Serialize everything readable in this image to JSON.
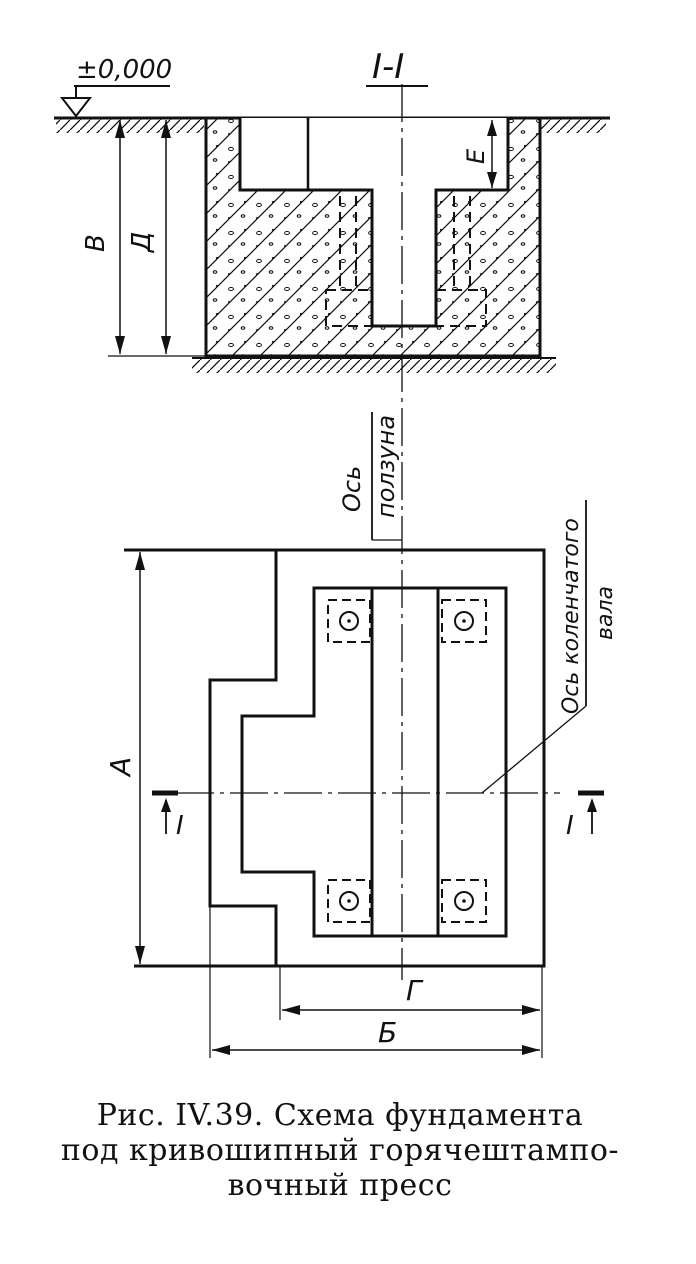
{
  "section": {
    "title": "I-I",
    "level_mark": "±0,000",
    "dim_v": "В",
    "dim_d": "Д",
    "dim_e": "Е"
  },
  "axes": {
    "slider_axis_line1": "Ось",
    "slider_axis_line2": "ползуна",
    "crank_axis_line1": "Ось коленчатого",
    "crank_axis_line2": "вала"
  },
  "plan": {
    "dim_a": "А",
    "dim_b": "Б",
    "dim_g": "Г",
    "cut_left": "I",
    "cut_right": "I"
  },
  "caption": {
    "line1": "Рис. IV.39. Схема фундамента",
    "line2": "под кривошипный горячештампо-",
    "line3": "вочный пресс"
  },
  "colors": {
    "ink": "#111111",
    "paper": "#ffffff"
  }
}
